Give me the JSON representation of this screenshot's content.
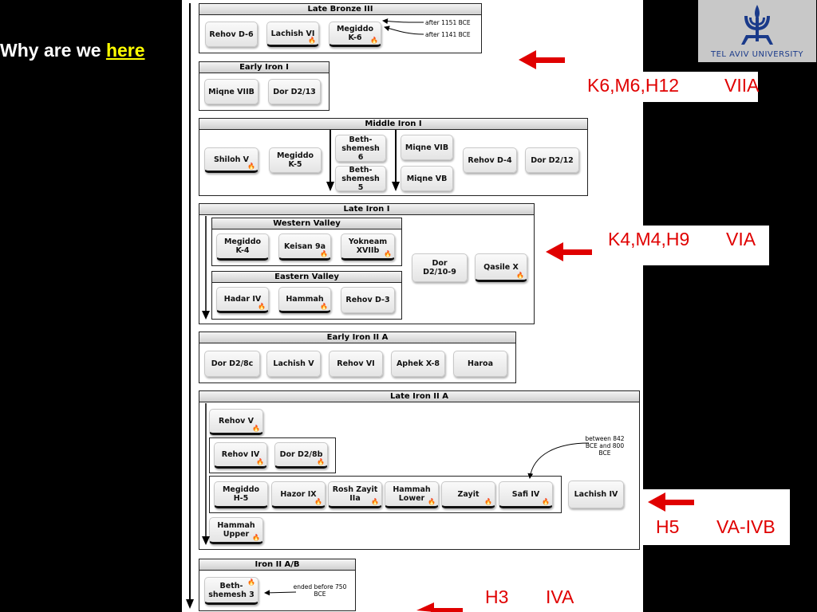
{
  "slide": {
    "title_prefix": "Why are we ",
    "title_link": "here"
  },
  "logo": {
    "text": "TEL AVIV UNIVERSITY"
  },
  "callouts": [
    {
      "left": "K6,M6,H12",
      "right": "VIIA"
    },
    {
      "left": "K4,M4,H9",
      "right": "VIA"
    },
    {
      "left": "H5",
      "right": "VA-IVB"
    },
    {
      "left": "H3",
      "right": "IVA"
    }
  ],
  "periods": {
    "late_bronze_iii": {
      "title": "Late Bronze III",
      "sites": [
        "Rehov D-6",
        "Lachish VI",
        "Megiddo K-6"
      ],
      "notes": [
        "after 1151 BCE",
        "after 1141 BCE"
      ]
    },
    "early_iron_i": {
      "title": "Early Iron I",
      "sites": [
        "Miqne VIIB",
        "Dor D2/13"
      ]
    },
    "middle_iron_i": {
      "title": "Middle Iron I",
      "sites": [
        "Shiloh V",
        "Megiddo K-5",
        "Beth-shemesh 6",
        "Beth-shemesh 5",
        "Miqne VIB",
        "Miqne VB",
        "Rehov D-4",
        "Dor D2/12"
      ]
    },
    "late_iron_i": {
      "title": "Late Iron I",
      "western_valley": {
        "title": "Western Valley",
        "sites": [
          "Megiddo K-4",
          "Keisan 9a",
          "Yokneam XVIIb"
        ]
      },
      "eastern_valley": {
        "title": "Eastern Valley",
        "sites": [
          "Hadar IV",
          "Hammah",
          "Rehov D-3"
        ]
      },
      "sites": [
        "Dor D2/10-9",
        "Qasile X"
      ]
    },
    "early_iron_iia": {
      "title": "Early Iron II A",
      "sites": [
        "Dor D2/8c",
        "Lachish V",
        "Rehov VI",
        "Aphek X-8",
        "Haroa"
      ]
    },
    "late_iron_iia": {
      "title": "Late Iron II A",
      "sites": [
        "Rehov V",
        "Rehov IV",
        "Dor D2/8b",
        "Megiddo H-5",
        "Hazor IX",
        "Rosh Zayit IIa",
        "Hammah Lower",
        "Zayit",
        "Safi IV",
        "Lachish IV",
        "Hammah Upper"
      ],
      "note": "between 842 BCE and 800 BCE"
    },
    "iron_iia_b": {
      "title": "Iron II A/B",
      "sites": [
        "Beth-shemesh 3"
      ],
      "note": "ended before 750 BCE"
    }
  },
  "colors": {
    "callout_text": "#e00000",
    "arrow": "#e00000",
    "title_link": "#ffff00",
    "logo_text": "#1a3a8a"
  },
  "icons": {
    "burn": "fire-icon"
  }
}
